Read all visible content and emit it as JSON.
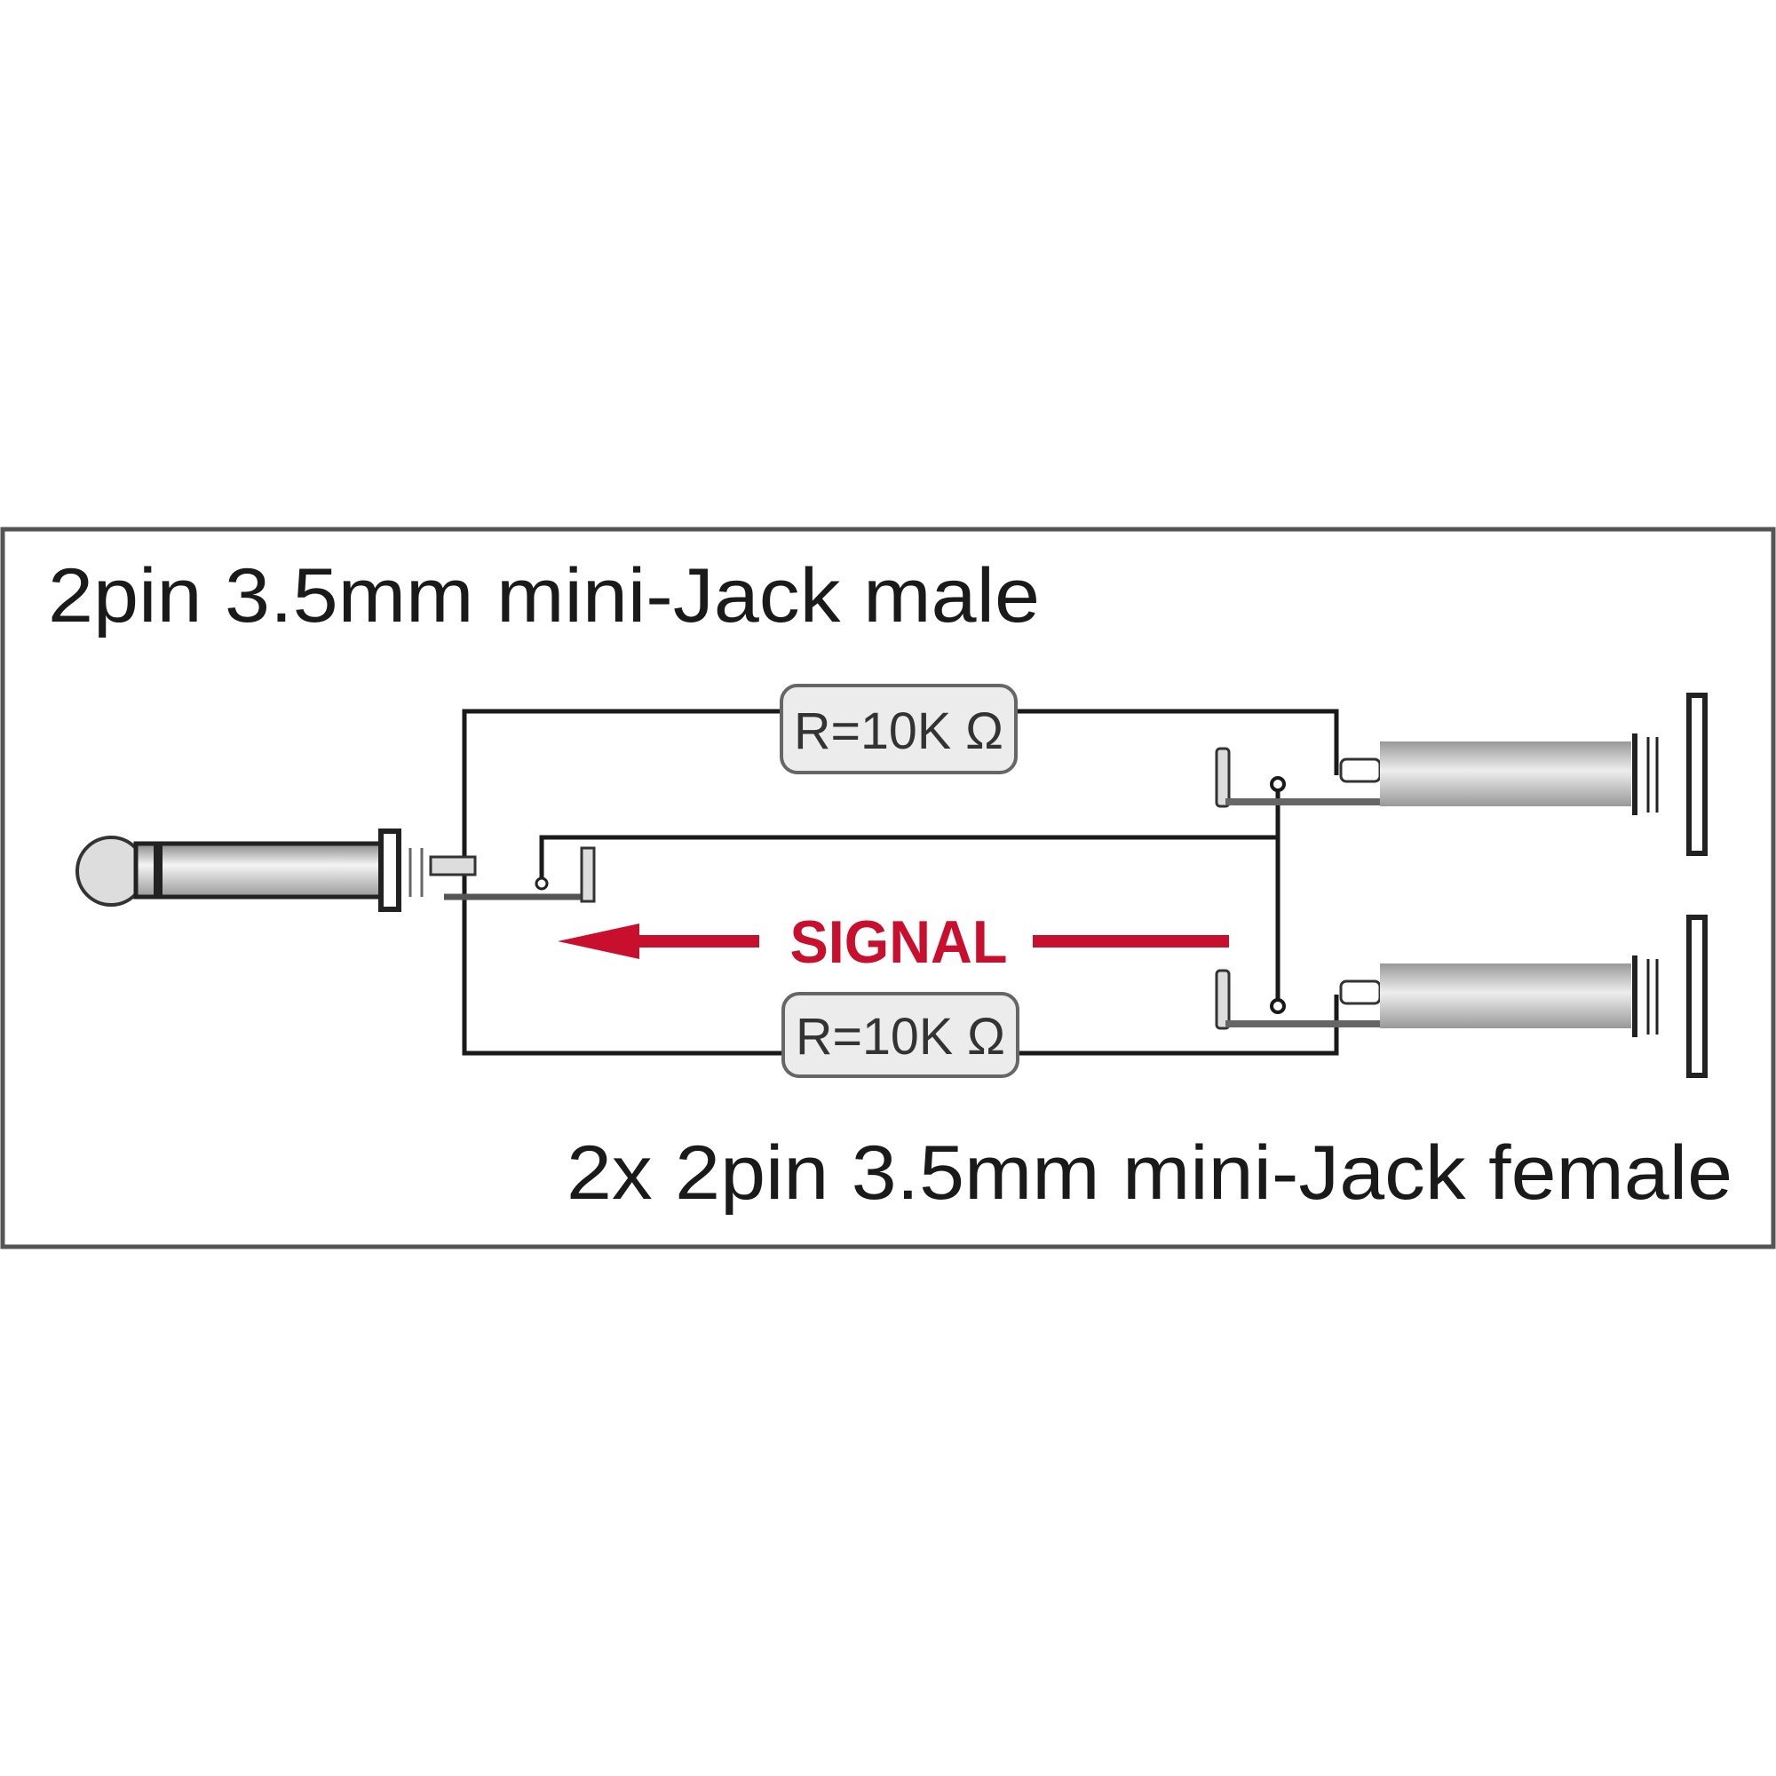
{
  "diagram": {
    "title_male": "2pin 3.5mm mini-Jack male",
    "title_female": "2x 2pin 3.5mm mini-Jack female",
    "resistor_top": "R=10K Ω",
    "resistor_bottom": "R=10K Ω",
    "signal_label": "SIGNAL",
    "colors": {
      "signal": "#c8102e",
      "wire": "#1a1a1a",
      "frame": "#555555"
    }
  }
}
